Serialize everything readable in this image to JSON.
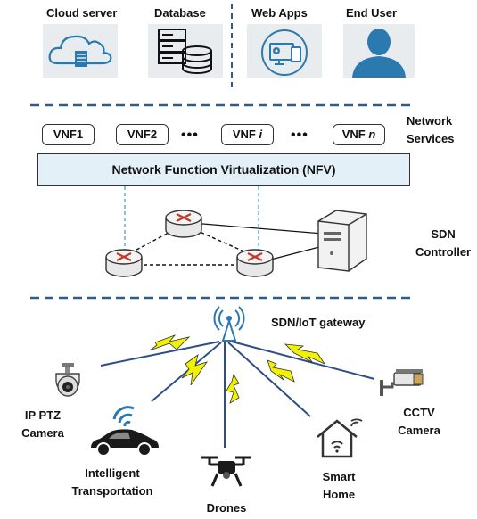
{
  "top_labels": {
    "cloud_server": "Cloud server",
    "database": "Database",
    "web_apps": "Web Apps",
    "end_user": "End User"
  },
  "vnfs": [
    {
      "label": "VNF1"
    },
    {
      "label": "VNF2"
    },
    {
      "label": "VNF",
      "suffix": "i"
    },
    {
      "label": "VNF",
      "suffix": "n"
    }
  ],
  "ellipsis": "•••",
  "network_services": {
    "line1": "Network",
    "line2": "Services"
  },
  "nfv_label": "Network Function Virtualization (NFV)",
  "sdn_controller": {
    "line1": "SDN",
    "line2": "Controller"
  },
  "gateway_label": "SDN/IoT gateway",
  "devices": {
    "ip_ptz": {
      "line1": "IP PTZ",
      "line2": "Camera"
    },
    "cctv": {
      "line1": "CCTV",
      "line2": "Camera"
    },
    "transport": {
      "line1": "Intelligent",
      "line2": "Transportation"
    },
    "drones": {
      "line1": "Drones"
    },
    "smart_home": {
      "line1": "Smart",
      "line2": "Home"
    }
  },
  "colors": {
    "divider": "#2e5c8a",
    "nfv_fill": "#e3f0f7",
    "link_blue": "#5aa9c9",
    "zigzag": "#f2f200",
    "icon_blue": "#2a7ab0",
    "router_arrow": "#c0392b"
  }
}
